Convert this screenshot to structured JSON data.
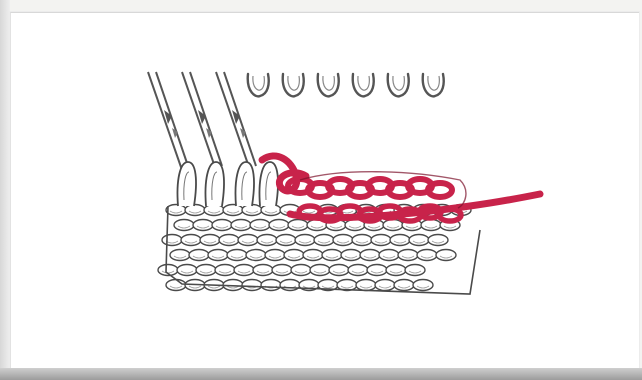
{
  "colors": {
    "background": "#ffffff",
    "fabric_stroke": "#4a4a4a",
    "fabric_fill": "#ffffff",
    "yarn": "#c8234a",
    "yarn_dark": "#7a1029",
    "needle": "#555555"
  },
  "illustration": {
    "icons": [
      "knitting-needle-icon",
      "loop-icon",
      "stitch-icon",
      "yarn-strand-icon"
    ],
    "latch_needles_count": 3,
    "empty_hooks_count": 6,
    "fabric_rows": 6
  }
}
